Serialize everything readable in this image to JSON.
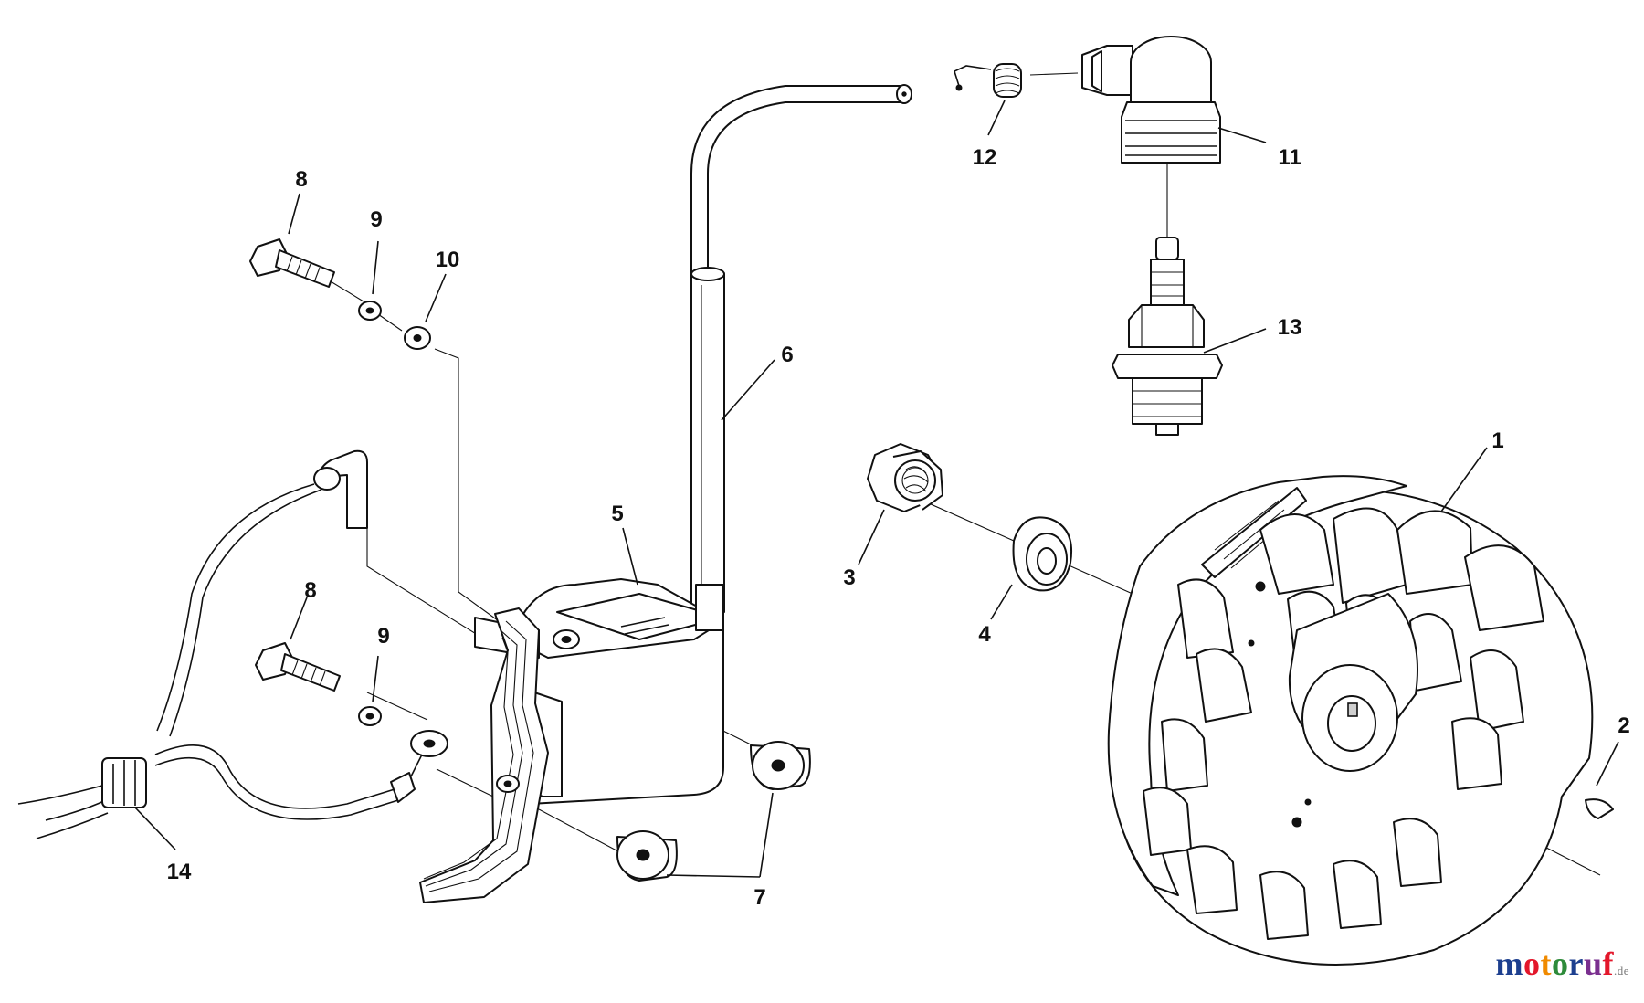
{
  "diagram": {
    "callouts": {
      "c1": "1",
      "c2": "2",
      "c3": "3",
      "c4": "4",
      "c5": "5",
      "c6": "6",
      "c7": "7",
      "c8a": "8",
      "c8b": "8",
      "c9a": "9",
      "c9b": "9",
      "c10": "10",
      "c11": "11",
      "c12": "12",
      "c13": "13",
      "c14": "14"
    }
  },
  "watermark": {
    "letters": [
      "m",
      "o",
      "t",
      "o",
      "r",
      "u",
      "f"
    ],
    "letter_colors": [
      "#1d3f8f",
      "#e3172b",
      "#f08a00",
      "#2e8b3a",
      "#1d3f8f",
      "#7a2f8f",
      "#e3172b"
    ],
    "tld": ".de"
  }
}
